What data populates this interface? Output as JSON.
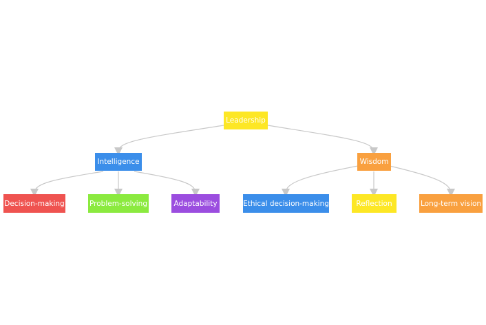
{
  "diagram": {
    "nodes": {
      "leadership": {
        "label": "Leadership",
        "color": "#fde725"
      },
      "intelligence": {
        "label": "Intelligence",
        "color": "#3b8eea"
      },
      "wisdom": {
        "label": "Wisdom",
        "color": "#f9a03f"
      },
      "decision_making": {
        "label": "Decision-making",
        "color": "#ef5350"
      },
      "problem_solving": {
        "label": "Problem-solving",
        "color": "#8bea3f"
      },
      "adaptability": {
        "label": "Adaptability",
        "color": "#9b4ddf"
      },
      "ethical_decision_making": {
        "label": "Ethical decision-making",
        "color": "#3b8eea"
      },
      "reflection": {
        "label": "Reflection",
        "color": "#fde725"
      },
      "long_term_vision": {
        "label": "Long-term vision",
        "color": "#f9a03f"
      }
    },
    "edge_color": "#c8c8c8",
    "edges": [
      [
        "leadership",
        "intelligence"
      ],
      [
        "leadership",
        "wisdom"
      ],
      [
        "intelligence",
        "decision_making"
      ],
      [
        "intelligence",
        "problem_solving"
      ],
      [
        "intelligence",
        "adaptability"
      ],
      [
        "wisdom",
        "ethical_decision_making"
      ],
      [
        "wisdom",
        "reflection"
      ],
      [
        "wisdom",
        "long_term_vision"
      ]
    ]
  }
}
